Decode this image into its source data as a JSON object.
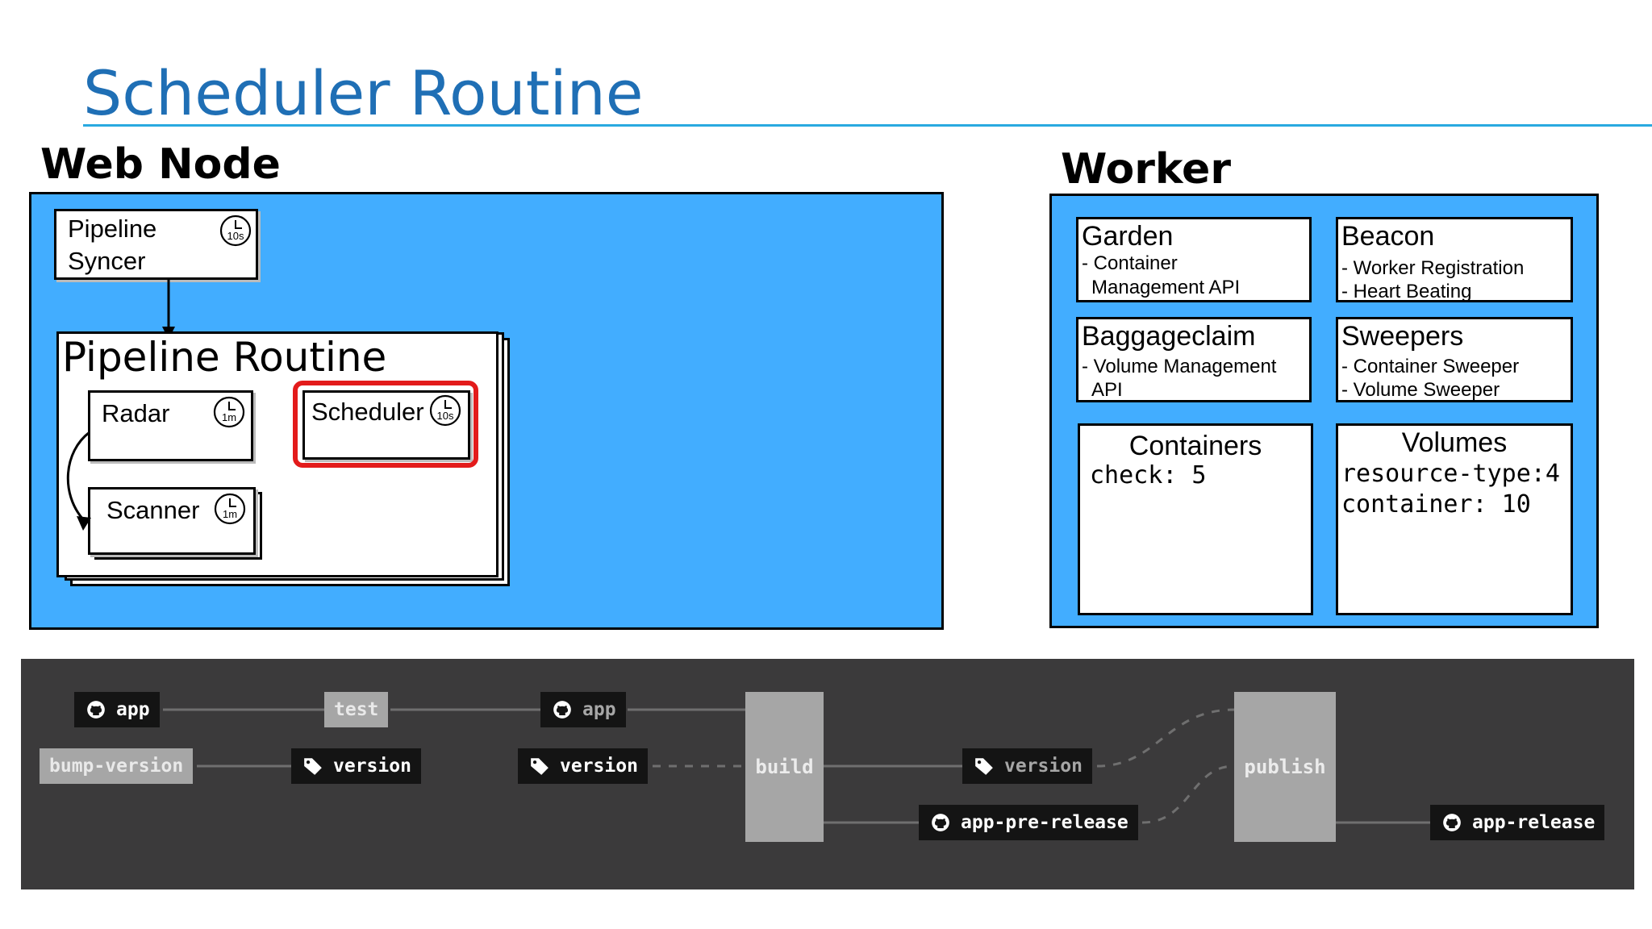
{
  "slide": {
    "title": "Scheduler Routine"
  },
  "web_node": {
    "label": "Web Node",
    "pipeline_syncer": {
      "line1": "Pipeline",
      "line2": "Syncer",
      "interval": "10s"
    },
    "pipeline_routine": {
      "title": "Pipeline Routine",
      "radar": {
        "label": "Radar",
        "interval": "1m"
      },
      "scanner": {
        "label": "Scanner",
        "interval": "1m"
      },
      "scheduler": {
        "label": "Scheduler",
        "interval": "10s",
        "highlighted": true
      }
    }
  },
  "worker": {
    "label": "Worker",
    "garden": {
      "title": "Garden",
      "line1": "- Container",
      "line2": "  Management API"
    },
    "beacon": {
      "title": "Beacon",
      "line1": "- Worker Registration",
      "line2": "- Heart Beating"
    },
    "baggageclaim": {
      "title": "Baggageclaim",
      "line1": "- Volume Management",
      "line2": "  API"
    },
    "sweepers": {
      "title": "Sweepers",
      "line1": "- Container Sweeper",
      "line2": "- Volume Sweeper"
    },
    "containers": {
      "title": "Containers",
      "line1": "check: 5"
    },
    "volumes": {
      "title": "Volumes",
      "line1": "resource-type:4",
      "line2": "container: 10"
    }
  },
  "pipeline": {
    "nodes": {
      "app_1": "app",
      "bump_version": "bump-version",
      "test": "test",
      "version_1": "version",
      "app_2": "app",
      "version_2": "version",
      "build": "build",
      "version_3": "version",
      "app_pre_release": "app-pre-release",
      "publish": "publish",
      "app_release": "app-release"
    },
    "icons": {
      "github": "github-icon",
      "tag": "tag-icon"
    },
    "colors": {
      "background": "#3b3a3b",
      "resource": "#141414",
      "job": "#a6a6a6"
    }
  },
  "colors": {
    "title": "#1f6fb5",
    "rule": "#29a9e0",
    "panel": "#42adff",
    "highlight": "#e31b1b"
  }
}
